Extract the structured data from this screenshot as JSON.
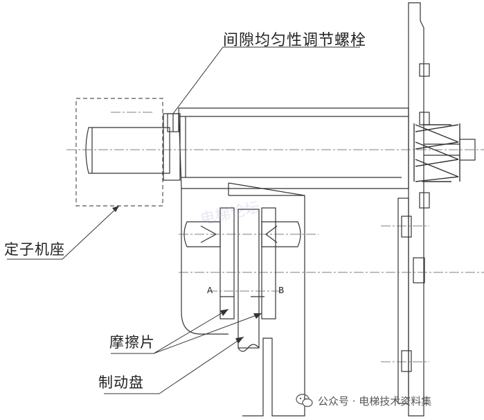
{
  "labels": {
    "bolt": "间隙均匀性调节螺栓",
    "stator_seat": "定子机座",
    "friction_pad": "摩擦片",
    "brake_disc": "制动盘",
    "point_a": "A",
    "point_b": "B"
  },
  "watermark": {
    "text": "公众号 · 电梯技术资料集",
    "icon": "wechat-icon",
    "forum_mark": "电梯论坛"
  },
  "colors": {
    "line": "#333333",
    "dash": "#555555"
  }
}
